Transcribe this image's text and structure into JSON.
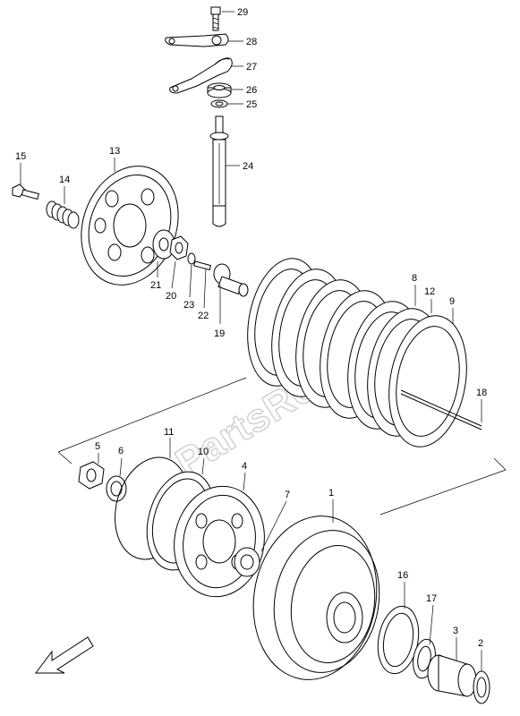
{
  "watermark": "PartsRepublik",
  "parts": [
    {
      "id": "p1",
      "label": "1"
    },
    {
      "id": "p2",
      "label": "2"
    },
    {
      "id": "p3",
      "label": "3"
    },
    {
      "id": "p4",
      "label": "4"
    },
    {
      "id": "p5",
      "label": "5"
    },
    {
      "id": "p6",
      "label": "6"
    },
    {
      "id": "p7",
      "label": "7"
    },
    {
      "id": "p8",
      "label": "8"
    },
    {
      "id": "p9",
      "label": "9"
    },
    {
      "id": "p10",
      "label": "10"
    },
    {
      "id": "p11",
      "label": "11"
    },
    {
      "id": "p12",
      "label": "12"
    },
    {
      "id": "p13",
      "label": "13"
    },
    {
      "id": "p14",
      "label": "14"
    },
    {
      "id": "p15",
      "label": "15"
    },
    {
      "id": "p16",
      "label": "16"
    },
    {
      "id": "p17",
      "label": "17"
    },
    {
      "id": "p18",
      "label": "18"
    },
    {
      "id": "p19",
      "label": "19"
    },
    {
      "id": "p20",
      "label": "20"
    },
    {
      "id": "p21",
      "label": "21"
    },
    {
      "id": "p22",
      "label": "22"
    },
    {
      "id": "p23",
      "label": "23"
    },
    {
      "id": "p24",
      "label": "24"
    },
    {
      "id": "p25",
      "label": "25"
    },
    {
      "id": "p26",
      "label": "26"
    },
    {
      "id": "p27",
      "label": "27"
    },
    {
      "id": "p28",
      "label": "28"
    },
    {
      "id": "p29",
      "label": "29"
    }
  ],
  "direction_arrow": "arrow-front-icon"
}
